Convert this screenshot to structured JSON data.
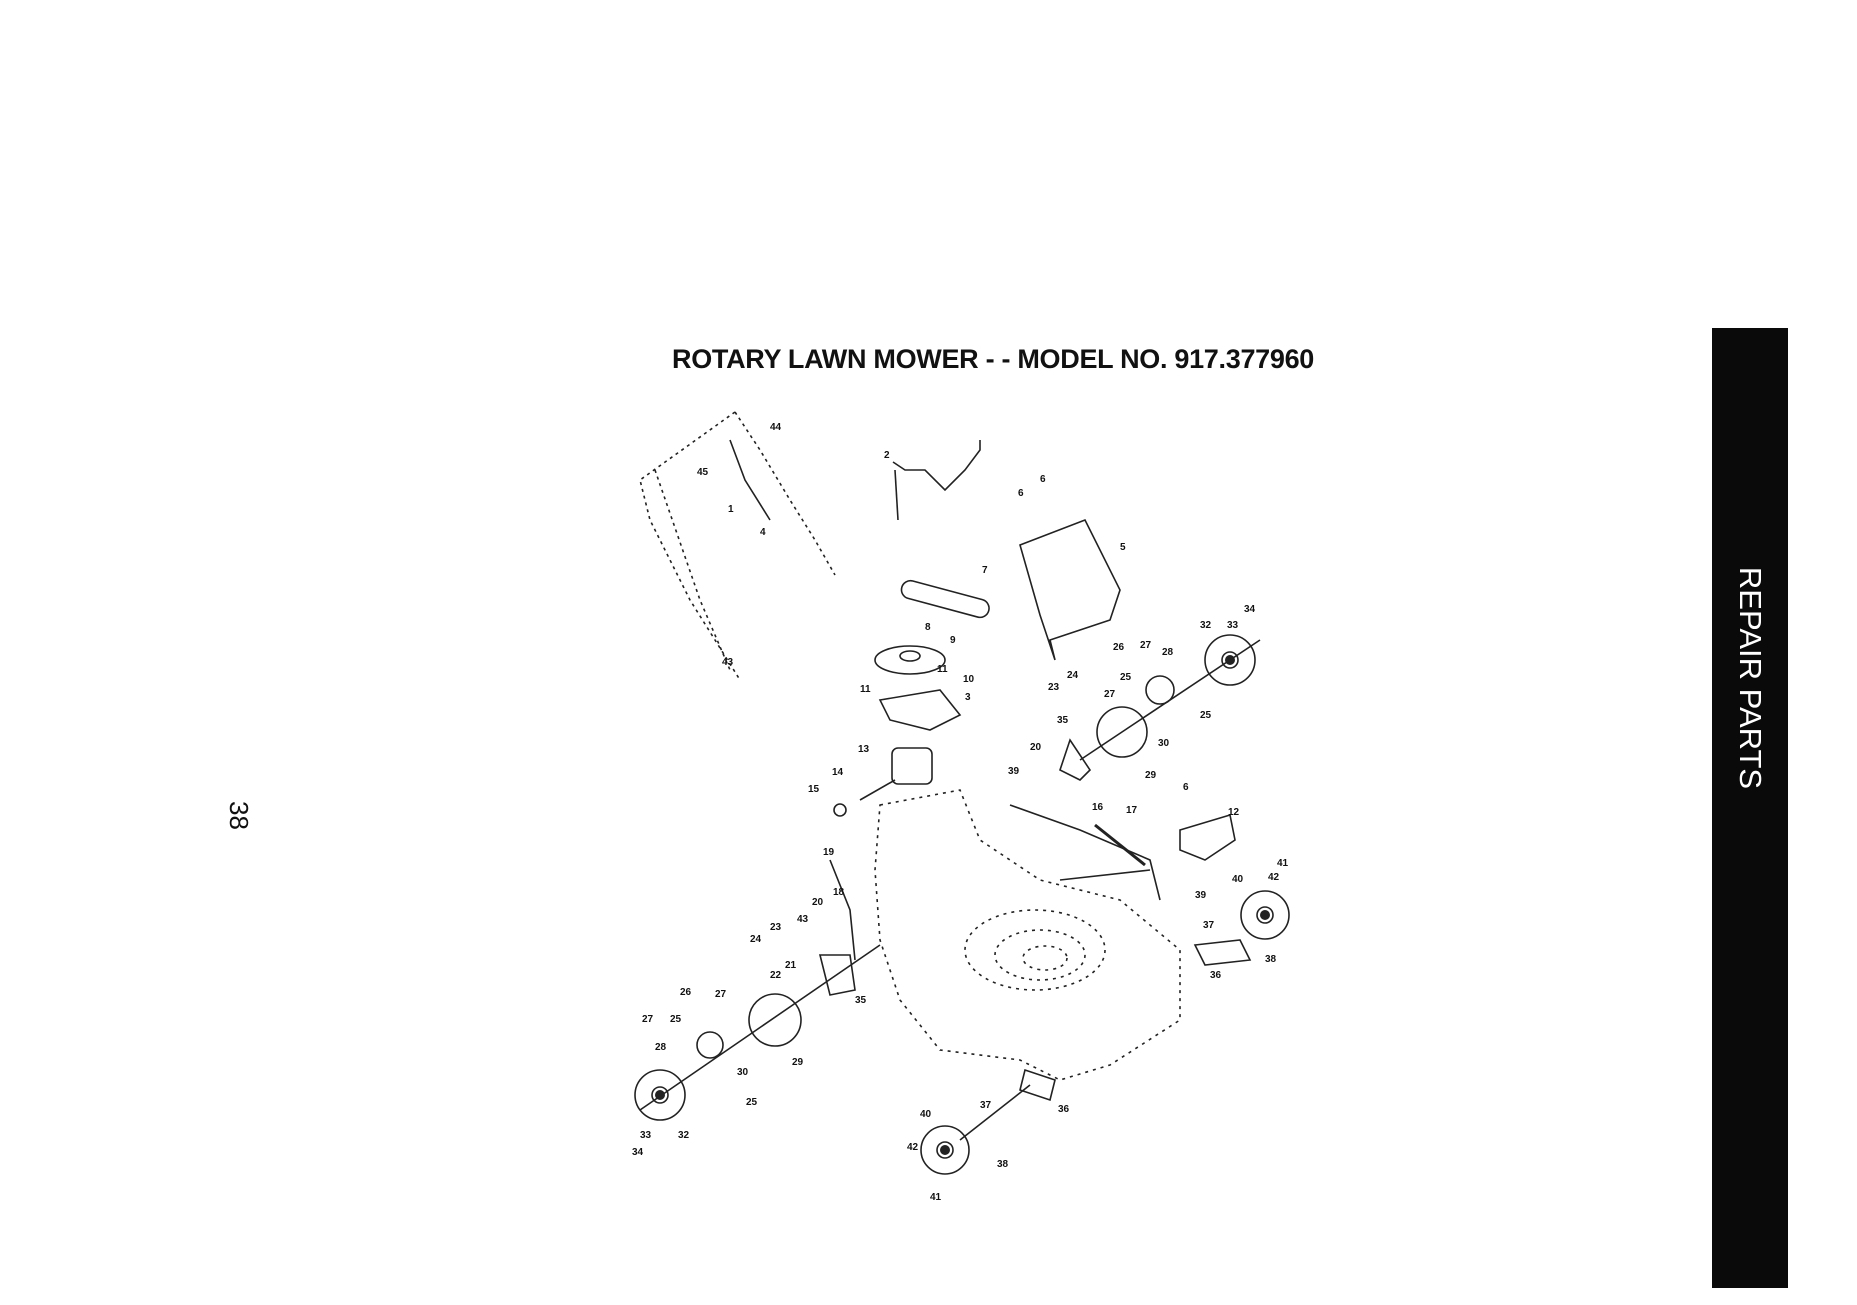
{
  "page": {
    "title": "ROTARY LAWN MOWER - - MODEL NO. 917.377960",
    "page_number": "38",
    "side_tab": "REPAIR PARTS"
  },
  "callouts": [
    {
      "id": "c44",
      "text": "44"
    },
    {
      "id": "c45",
      "text": "45"
    },
    {
      "id": "c1",
      "text": "1"
    },
    {
      "id": "c4",
      "text": "4"
    },
    {
      "id": "c43a",
      "text": "43"
    },
    {
      "id": "c2",
      "text": "2"
    },
    {
      "id": "c6a",
      "text": "6"
    },
    {
      "id": "c6b",
      "text": "6"
    },
    {
      "id": "c5",
      "text": "5"
    },
    {
      "id": "c7",
      "text": "7"
    },
    {
      "id": "c8",
      "text": "8"
    },
    {
      "id": "c9",
      "text": "9"
    },
    {
      "id": "c11a",
      "text": "11"
    },
    {
      "id": "c10",
      "text": "10"
    },
    {
      "id": "c11b",
      "text": "11"
    },
    {
      "id": "c3",
      "text": "3"
    },
    {
      "id": "c13",
      "text": "13"
    },
    {
      "id": "c14",
      "text": "14"
    },
    {
      "id": "c15",
      "text": "15"
    },
    {
      "id": "c26a",
      "text": "26"
    },
    {
      "id": "c27a",
      "text": "27"
    },
    {
      "id": "c28a",
      "text": "28"
    },
    {
      "id": "c32a",
      "text": "32"
    },
    {
      "id": "c33a",
      "text": "33"
    },
    {
      "id": "c34a",
      "text": "34"
    },
    {
      "id": "c24a",
      "text": "24"
    },
    {
      "id": "c23a",
      "text": "23"
    },
    {
      "id": "c25a",
      "text": "25"
    },
    {
      "id": "c27b",
      "text": "27"
    },
    {
      "id": "c25b",
      "text": "25"
    },
    {
      "id": "c35a",
      "text": "35"
    },
    {
      "id": "c30a",
      "text": "30"
    },
    {
      "id": "c20a",
      "text": "20"
    },
    {
      "id": "c29a",
      "text": "29"
    },
    {
      "id": "c39a",
      "text": "39"
    },
    {
      "id": "c16",
      "text": "16"
    },
    {
      "id": "c17",
      "text": "17"
    },
    {
      "id": "c6c",
      "text": "6"
    },
    {
      "id": "c12",
      "text": "12"
    },
    {
      "id": "c19",
      "text": "19"
    },
    {
      "id": "c18",
      "text": "18"
    },
    {
      "id": "c20b",
      "text": "20"
    },
    {
      "id": "c43b",
      "text": "43"
    },
    {
      "id": "c23b",
      "text": "23"
    },
    {
      "id": "c24b",
      "text": "24"
    },
    {
      "id": "c21",
      "text": "21"
    },
    {
      "id": "c22",
      "text": "22"
    },
    {
      "id": "c35b",
      "text": "35"
    },
    {
      "id": "c41a",
      "text": "41"
    },
    {
      "id": "c42a",
      "text": "42"
    },
    {
      "id": "c40a",
      "text": "40"
    },
    {
      "id": "c39b",
      "text": "39"
    },
    {
      "id": "c37a",
      "text": "37"
    },
    {
      "id": "c38a",
      "text": "38"
    },
    {
      "id": "c36a",
      "text": "36"
    },
    {
      "id": "c26b",
      "text": "26"
    },
    {
      "id": "c27c",
      "text": "27"
    },
    {
      "id": "c27d",
      "text": "27"
    },
    {
      "id": "c25c",
      "text": "25"
    },
    {
      "id": "c28b",
      "text": "28"
    },
    {
      "id": "c29b",
      "text": "29"
    },
    {
      "id": "c30b",
      "text": "30"
    },
    {
      "id": "c25d",
      "text": "25"
    },
    {
      "id": "c32b",
      "text": "32"
    },
    {
      "id": "c33b",
      "text": "33"
    },
    {
      "id": "c34b",
      "text": "34"
    },
    {
      "id": "c40b",
      "text": "40"
    },
    {
      "id": "c37b",
      "text": "37"
    },
    {
      "id": "c36b",
      "text": "36"
    },
    {
      "id": "c42b",
      "text": "42"
    },
    {
      "id": "c38b",
      "text": "38"
    },
    {
      "id": "c41b",
      "text": "41"
    }
  ]
}
